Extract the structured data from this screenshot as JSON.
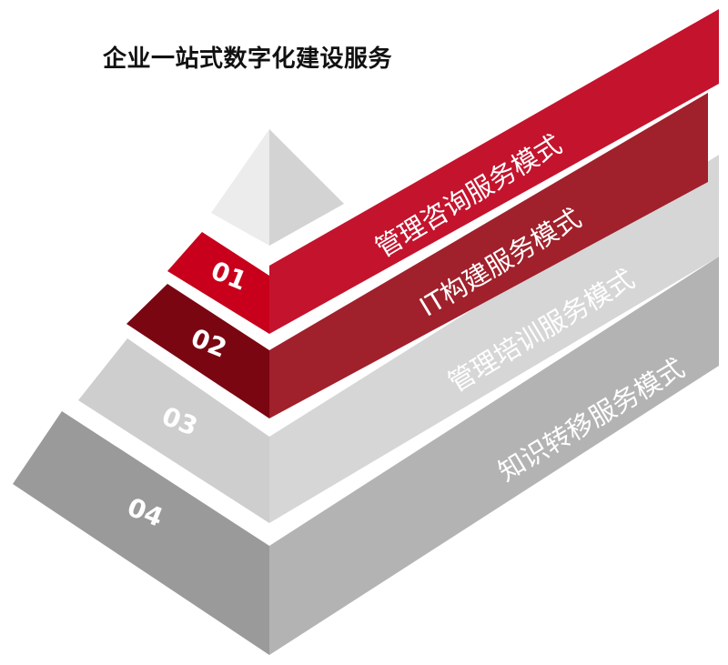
{
  "title": "企业一站式数字化建设服务",
  "colors": {
    "apex_light": "#ececec",
    "apex_dark": "#d3d3d3",
    "level1_left": "#c8001b",
    "level1_band": "#c4132d",
    "level2_left": "#7a0612",
    "level2_band": "#a0202b",
    "level3_left": "#cecece",
    "level3_band": "#d6d6d6",
    "level4_left": "#9a9a9a",
    "level4_band": "#b3b3b3"
  },
  "levels": [
    {
      "number": "01",
      "label": "管理咨询服务模式"
    },
    {
      "number": "02",
      "label": "IT构建服务模式"
    },
    {
      "number": "03",
      "label": "管理培训服务模式"
    },
    {
      "number": "04",
      "label": "知识转移服务模式"
    }
  ]
}
